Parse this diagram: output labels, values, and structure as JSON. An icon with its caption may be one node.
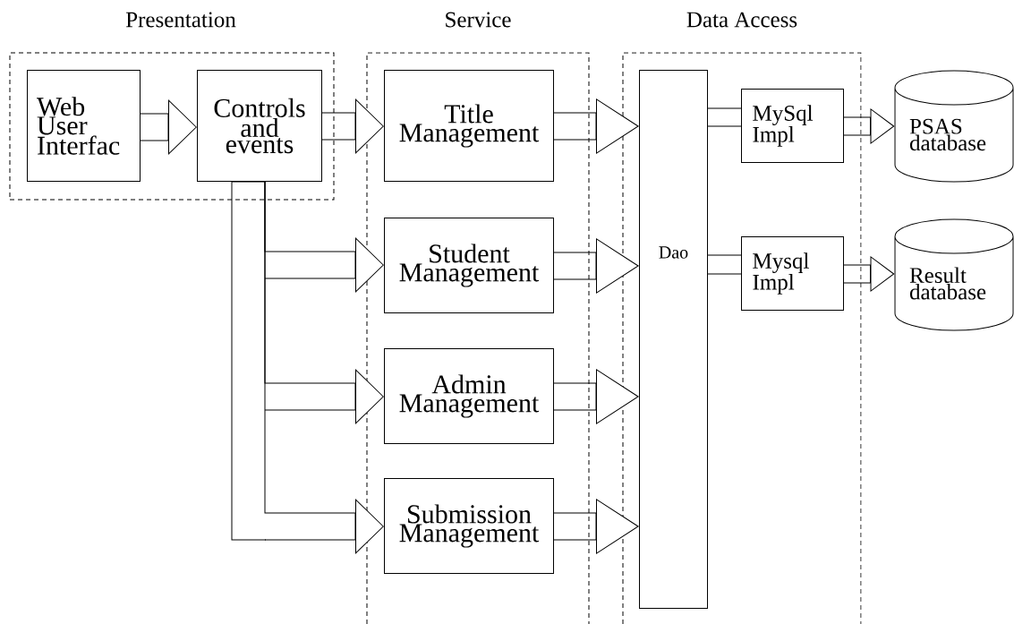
{
  "diagram": {
    "nodes": [
      {
        "text": [
          "Presentation"
        ]
      },
      {
        "text": [
          "Service"
        ]
      },
      {
        "text": [
          "Data Access"
        ]
      },
      {
        "text": [
          "Web User Interfac"
        ],
        "in": 0
      },
      {
        "text": [
          "Controls and events"
        ],
        "in": 0
      },
      {
        "text": [
          "Title Management"
        ],
        "in": 1
      },
      {
        "text": [
          "Student Management"
        ],
        "in": 1
      },
      {
        "text": [
          "Admin Management"
        ],
        "in": 1
      },
      {
        "text": [
          "Submission Management"
        ],
        "in": 1
      },
      {
        "text": [
          "Dao"
        ],
        "in": 2
      },
      {
        "text": [
          "MySql Impl"
        ],
        "in": 2
      },
      {
        "text": [
          "Mysql Impl"
        ],
        "in": 2
      },
      {
        "text": [
          "PSAS database"
        ]
      },
      {
        "text": [
          "Result database"
        ]
      }
    ],
    "edges": [
      {
        "from": 3,
        "to": 4,
        "arrow": "to"
      },
      {
        "from": 4,
        "to": 5,
        "arrow": "to"
      },
      {
        "from": 4,
        "to": 6,
        "arrow": "to"
      },
      {
        "from": 4,
        "to": 7,
        "arrow": "to"
      },
      {
        "from": 4,
        "to": 8,
        "arrow": "to"
      },
      {
        "from": 5,
        "to": 9,
        "arrow": "to"
      },
      {
        "from": 6,
        "to": 9,
        "arrow": "to"
      },
      {
        "from": 7,
        "to": 9,
        "arrow": "to"
      },
      {
        "from": 8,
        "to": 9,
        "arrow": "to"
      },
      {
        "from": 9,
        "to": 10,
        "arrow": "none"
      },
      {
        "from": 9,
        "to": 11,
        "arrow": "none"
      },
      {
        "from": 10,
        "to": 12,
        "arrow": "to"
      },
      {
        "from": 11,
        "to": 13,
        "arrow": "to"
      }
    ]
  }
}
